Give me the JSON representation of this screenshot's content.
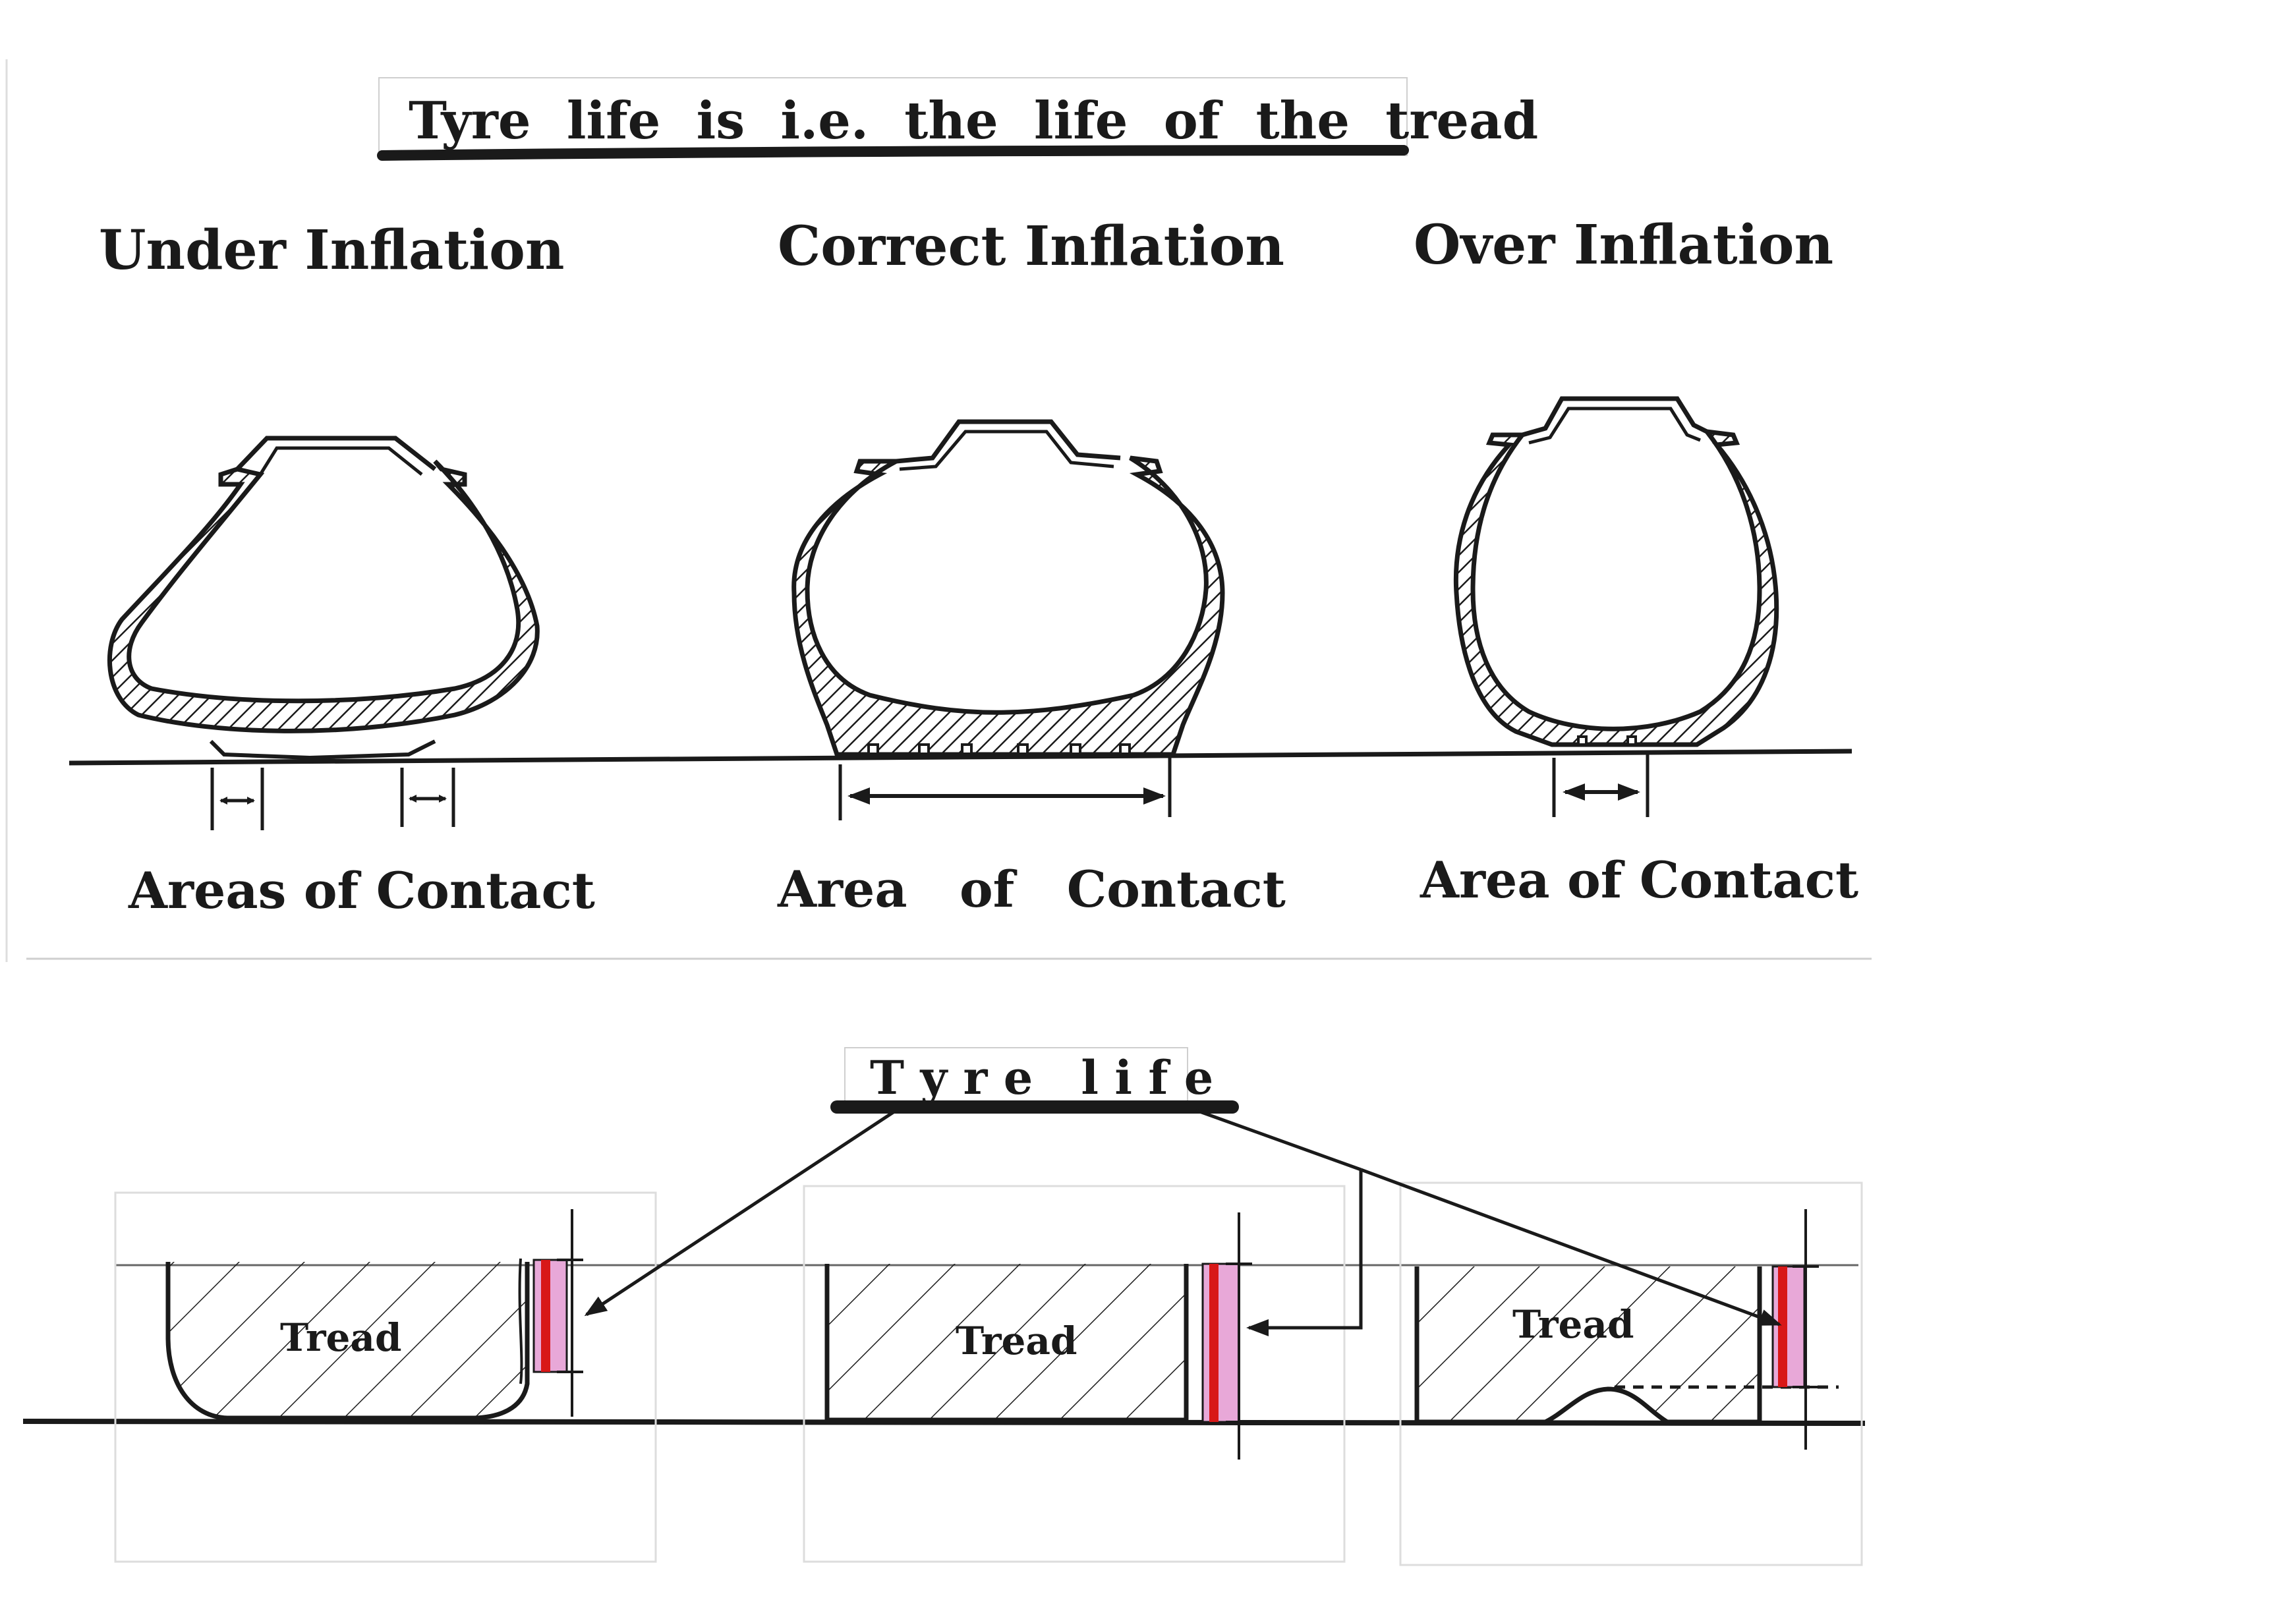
{
  "title": "Tyre  life  is  i.e.  the  life  of  the  tread",
  "panels": [
    {
      "heading": "Under Inflation",
      "caption": "Areas of Contact"
    },
    {
      "heading": "Correct Inflation",
      "caption": "Area   of   Contact"
    },
    {
      "heading": "Over Inflation",
      "caption": "Area of Contact"
    }
  ],
  "tyre_life_label": "T y r e   l i f e",
  "tread_labels": [
    "Tread",
    "Tread",
    "Tread"
  ],
  "colors": {
    "ink": "#1a1a1a",
    "wear_band": "#e8a8d8",
    "wear_line": "#d81818"
  }
}
